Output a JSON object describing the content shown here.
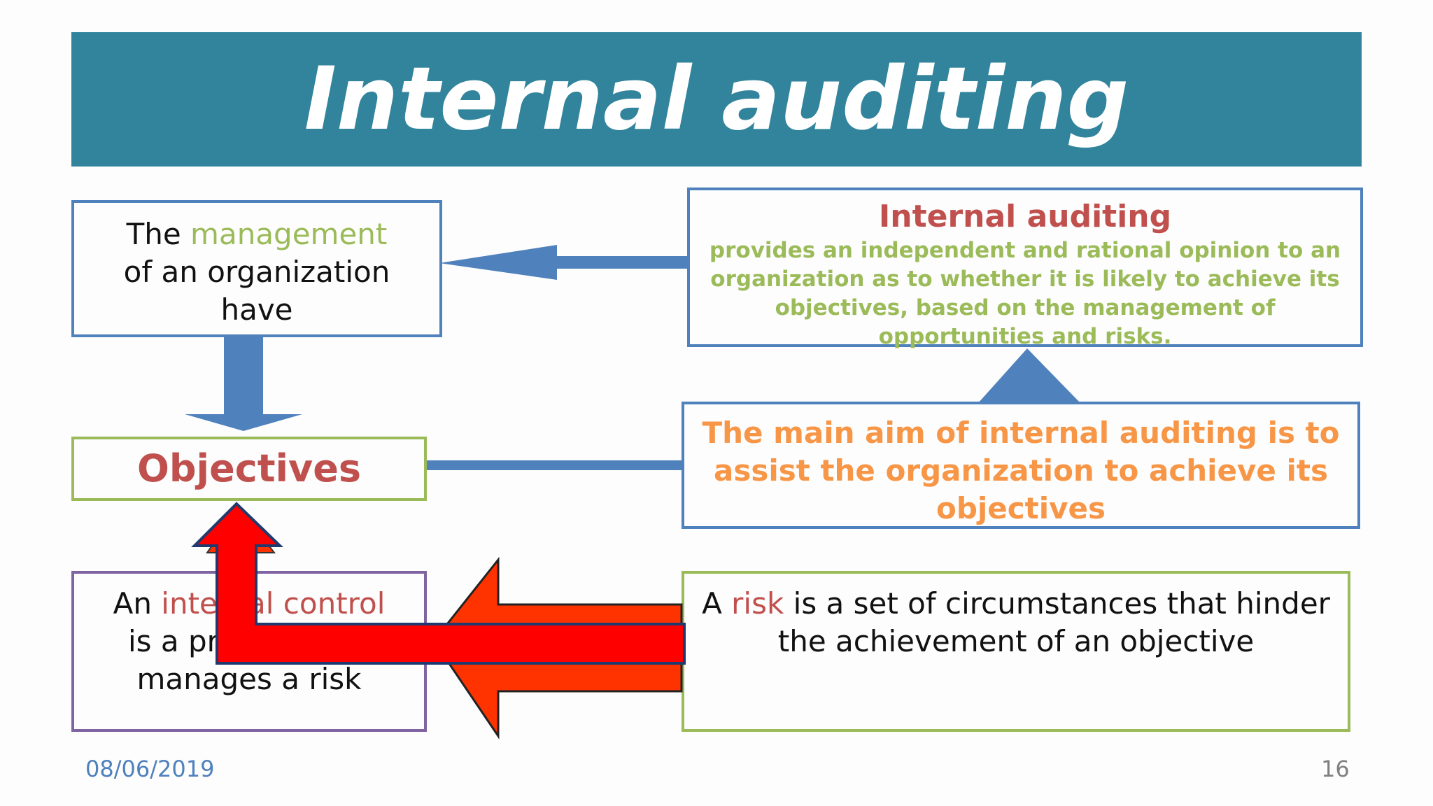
{
  "slide": {
    "title": "Internal auditing",
    "date": "08/06/2019",
    "page_number": "16"
  },
  "boxes": {
    "management": {
      "pre": "The ",
      "highlight": "management",
      "post_line1": "of an organization",
      "post_line2": "have"
    },
    "internal_auditing": {
      "heading": "Internal auditing",
      "text": "provides an independent and rational opinion to an organization as to whether it is likely to achieve its objectives, based on the management of opportunities and risks."
    },
    "objectives": {
      "label": "Objectives"
    },
    "main_aim": {
      "text": "The main aim of internal auditing is to assist the organization to achieve its objectives"
    },
    "internal_control": {
      "pre": "An ",
      "highlight": "internal control",
      "line2": "is a process that",
      "line3": "manages a risk"
    },
    "risk": {
      "pre": "A ",
      "highlight": "risk",
      "post": " is a set of  circumstances that hinder the achievement of an objective"
    }
  },
  "colors": {
    "banner": "#31849b",
    "blue": "#4f81bd",
    "green": "#9bbb59",
    "red": "#c0504d",
    "orange": "#f79646",
    "purple": "#8064a2",
    "bright_red": "#ff0000",
    "red_orange": "#ff3300"
  }
}
